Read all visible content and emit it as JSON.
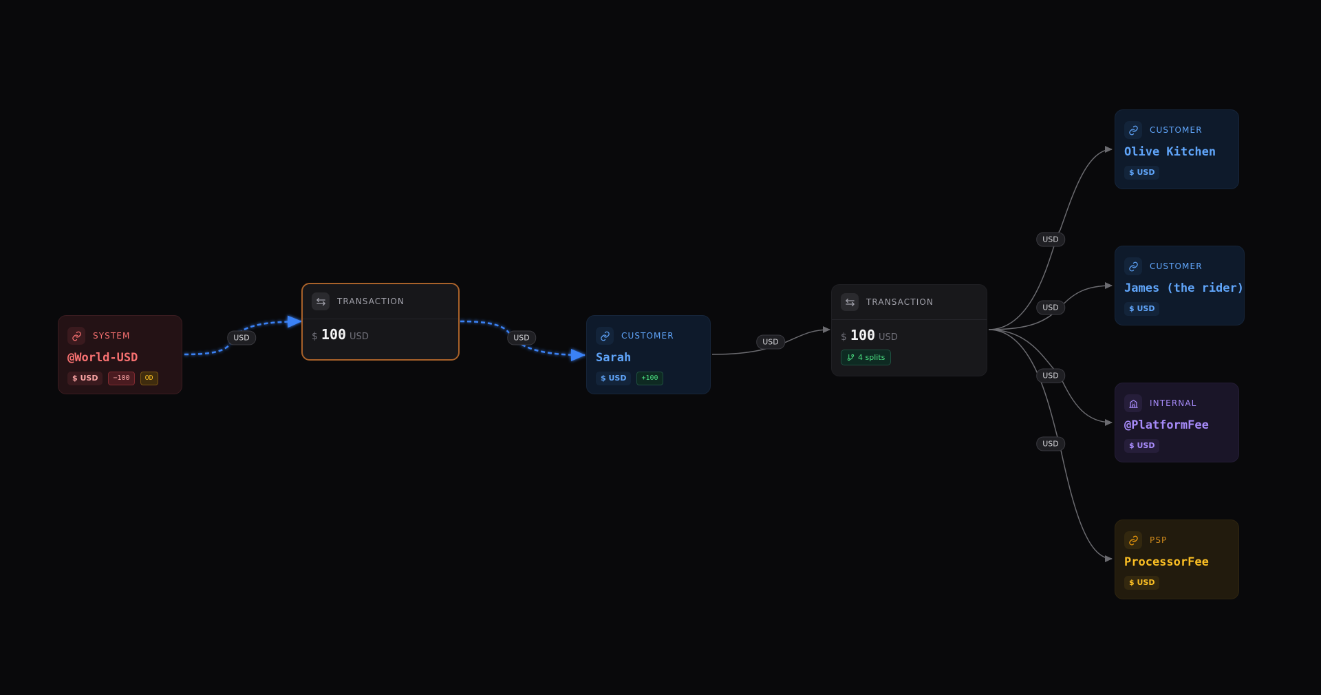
{
  "colors": {
    "background": "#09090b",
    "system": "#f87171",
    "customer": "#60a5fa",
    "internal": "#a78bfa",
    "psp": "#f59e0b",
    "active_edge": "#3b82f6",
    "edge": "#6b6b70",
    "selected_border": "#a9622a"
  },
  "edge_label": "USD",
  "nodes": {
    "world": {
      "type": "SYSTEM",
      "name": "@World-USD",
      "icon": "link-icon",
      "currency_badge": "$ USD",
      "balance_badge": "−100",
      "overdraft_badge": "OD"
    },
    "tx1": {
      "type": "TRANSACTION",
      "icon": "swap-arrows-icon",
      "currency_symbol": "$",
      "amount": "100",
      "currency": "USD"
    },
    "sarah": {
      "type": "CUSTOMER",
      "name": "Sarah",
      "icon": "link-icon",
      "currency_badge": "$ USD",
      "balance_badge": "+100"
    },
    "tx2": {
      "type": "TRANSACTION",
      "icon": "swap-arrows-icon",
      "currency_symbol": "$",
      "amount": "100",
      "currency": "USD",
      "splits": "4 splits"
    },
    "olive": {
      "type": "CUSTOMER",
      "name": "Olive Kitchen",
      "icon": "link-icon",
      "currency_badge": "$ USD"
    },
    "james": {
      "type": "CUSTOMER",
      "name": "James (the rider)",
      "icon": "link-icon",
      "currency_badge": "$ USD"
    },
    "platform": {
      "type": "INTERNAL",
      "name": "@PlatformFee",
      "icon": "building-icon",
      "currency_badge": "$ USD"
    },
    "processor": {
      "type": "PSP",
      "name": "ProcessorFee",
      "icon": "link-icon",
      "currency_badge": "$ USD"
    }
  },
  "edges": [
    {
      "from": "world",
      "to": "tx1",
      "label": "USD",
      "animated": true
    },
    {
      "from": "tx1",
      "to": "sarah",
      "label": "USD",
      "animated": true
    },
    {
      "from": "sarah",
      "to": "tx2",
      "label": "USD",
      "animated": false
    },
    {
      "from": "tx2",
      "to": "olive",
      "label": "USD",
      "animated": false
    },
    {
      "from": "tx2",
      "to": "james",
      "label": "USD",
      "animated": false
    },
    {
      "from": "tx2",
      "to": "platform",
      "label": "USD",
      "animated": false
    },
    {
      "from": "tx2",
      "to": "processor",
      "label": "USD",
      "animated": false
    }
  ]
}
